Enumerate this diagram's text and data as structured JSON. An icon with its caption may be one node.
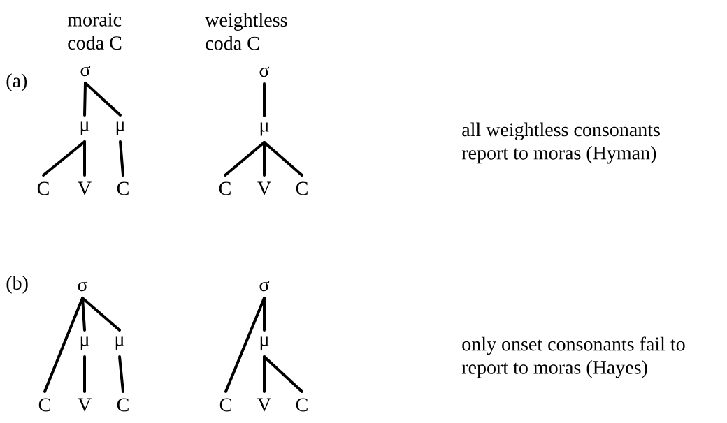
{
  "diagram": {
    "nodes": [
      {
        "text": [
          "σ"
        ]
      },
      {
        "text": [
          "μ"
        ]
      },
      {
        "text": [
          "μ"
        ]
      },
      {
        "text": [
          "C"
        ]
      },
      {
        "text": [
          "V"
        ]
      },
      {
        "text": [
          "C"
        ]
      },
      {
        "text": [
          "σ"
        ]
      },
      {
        "text": [
          "μ"
        ]
      },
      {
        "text": [
          "C"
        ]
      },
      {
        "text": [
          "V"
        ]
      },
      {
        "text": [
          "C"
        ]
      },
      {
        "text": [
          "σ"
        ]
      },
      {
        "text": [
          "μ"
        ]
      },
      {
        "text": [
          "μ"
        ]
      },
      {
        "text": [
          "C"
        ]
      },
      {
        "text": [
          "V"
        ]
      },
      {
        "text": [
          "C"
        ]
      },
      {
        "text": [
          "σ"
        ]
      },
      {
        "text": [
          "μ"
        ]
      },
      {
        "text": [
          "C"
        ]
      },
      {
        "text": [
          "V"
        ]
      },
      {
        "text": [
          "C"
        ]
      }
    ],
    "edges": [
      {
        "from": 0,
        "to": 1,
        "arrow": "none"
      },
      {
        "from": 0,
        "to": 2,
        "arrow": "none"
      },
      {
        "from": 1,
        "to": 3,
        "arrow": "none"
      },
      {
        "from": 1,
        "to": 4,
        "arrow": "none"
      },
      {
        "from": 2,
        "to": 5,
        "arrow": "none"
      },
      {
        "from": 6,
        "to": 7,
        "arrow": "none"
      },
      {
        "from": 7,
        "to": 8,
        "arrow": "none"
      },
      {
        "from": 7,
        "to": 9,
        "arrow": "none"
      },
      {
        "from": 7,
        "to": 10,
        "arrow": "none"
      },
      {
        "from": 11,
        "to": 14,
        "arrow": "none"
      },
      {
        "from": 11,
        "to": 12,
        "arrow": "none"
      },
      {
        "from": 11,
        "to": 13,
        "arrow": "none"
      },
      {
        "from": 12,
        "to": 15,
        "arrow": "none"
      },
      {
        "from": 13,
        "to": 16,
        "arrow": "none"
      },
      {
        "from": 17,
        "to": 19,
        "arrow": "none"
      },
      {
        "from": 17,
        "to": 18,
        "arrow": "none"
      },
      {
        "from": 18,
        "to": 20,
        "arrow": "none"
      },
      {
        "from": 18,
        "to": 21,
        "arrow": "none"
      }
    ],
    "labels": [
      "moraic coda C",
      "weightless coda C",
      "(a)",
      "all weightless consonants report to moras (Hyman)",
      "(b)",
      "only onset consonants fail to report to moras (Hayes)"
    ]
  }
}
